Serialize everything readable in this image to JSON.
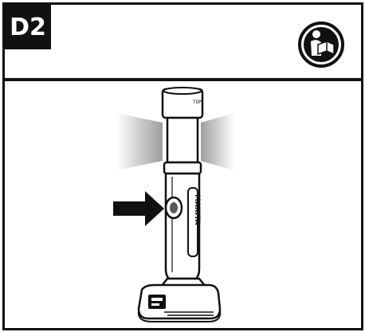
{
  "figure": {
    "label": "D2",
    "icon": "read-manual-icon",
    "product_text": "TOP",
    "brand_text": "MAKITA"
  },
  "colors": {
    "ink": "#111111",
    "paper": "#ffffff",
    "glow": "#bdbdbd"
  }
}
